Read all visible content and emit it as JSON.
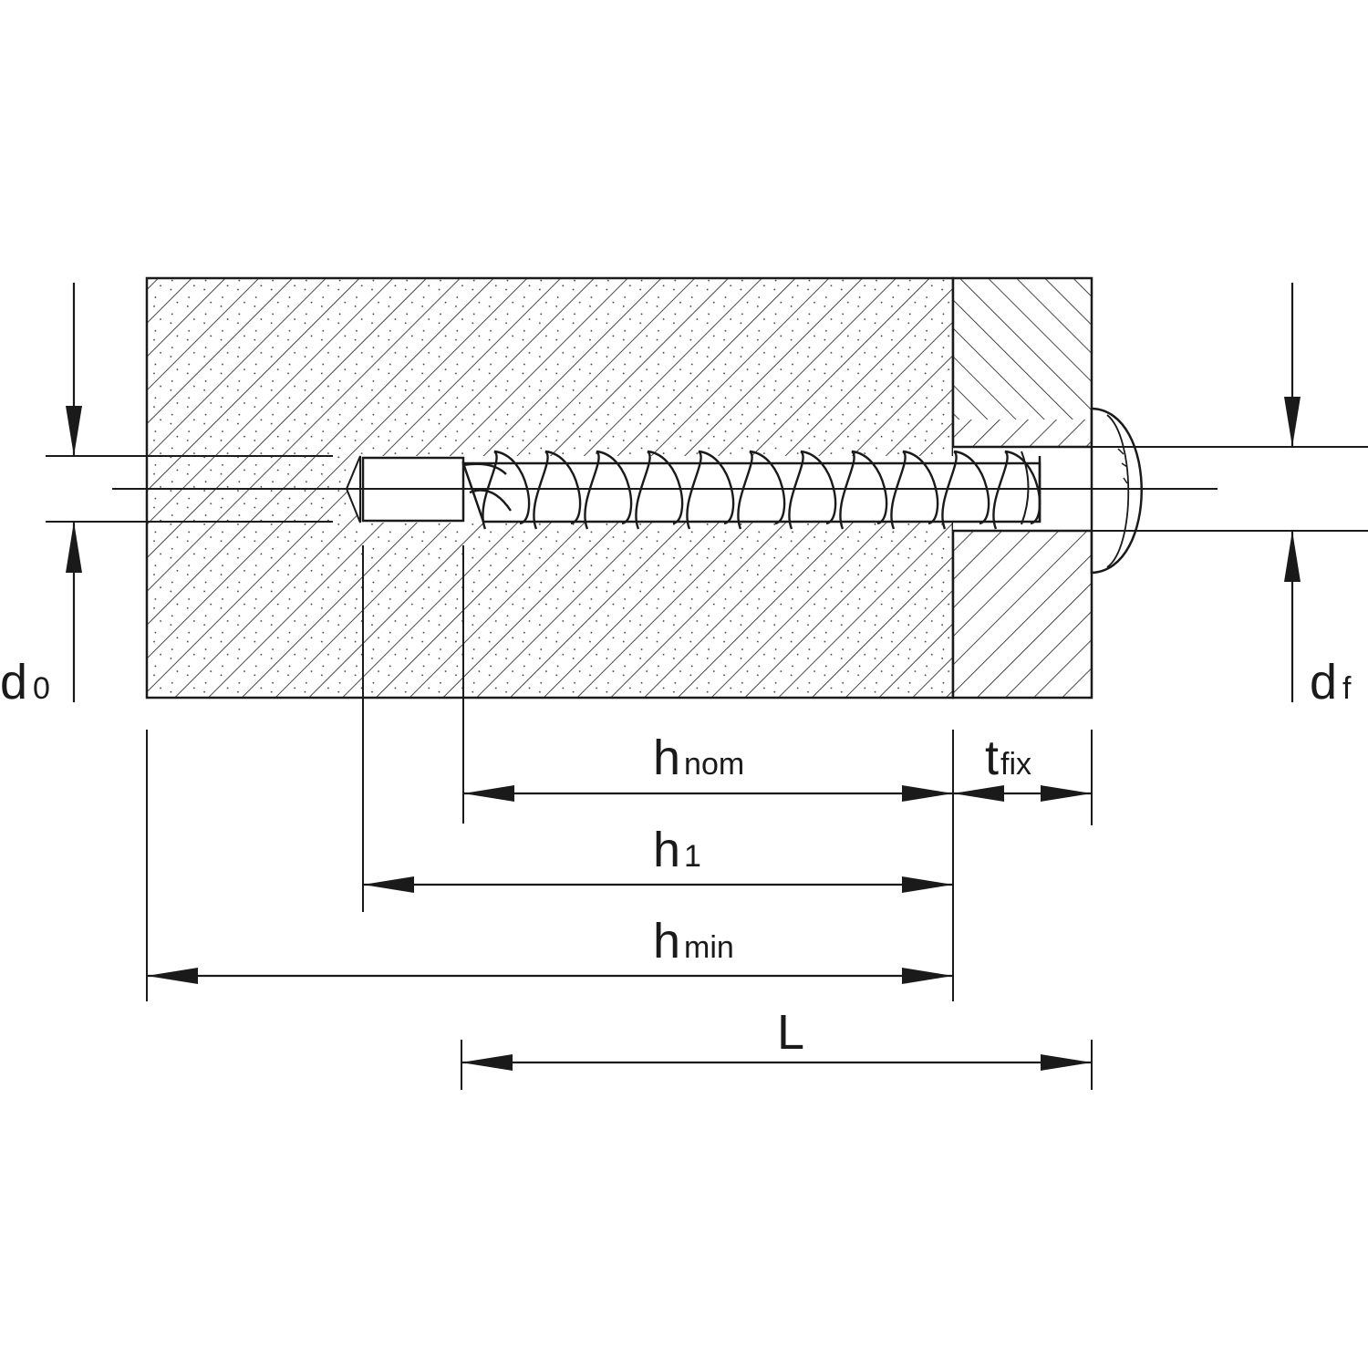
{
  "diagram": {
    "labels": {
      "d0": {
        "main": "d",
        "sub": "0"
      },
      "df": {
        "main": "d",
        "sub": "f"
      },
      "hnom": {
        "main": "h",
        "sub": "nom"
      },
      "tfix": {
        "main": "t",
        "sub": "fix"
      },
      "h1": {
        "main": "h",
        "sub": "1"
      },
      "hmin": {
        "main": "h",
        "sub": "min"
      },
      "L": {
        "main": "L",
        "sub": ""
      }
    },
    "parts": [
      "concrete-base",
      "fixture-plate",
      "screw-anchor"
    ]
  }
}
